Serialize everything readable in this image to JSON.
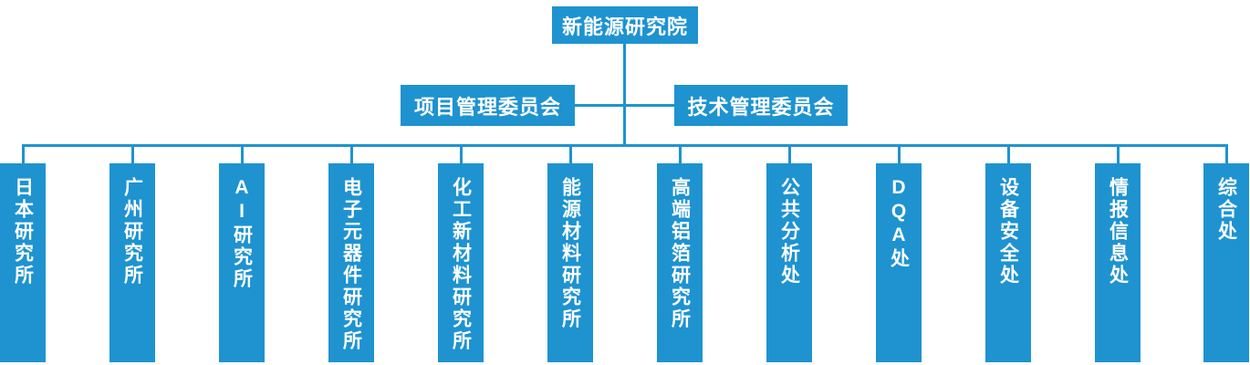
{
  "colors": {
    "primary_blue": "#1E93D0",
    "box_text": "#FFFFFF",
    "background": "#FFFFFF"
  },
  "org_chart": {
    "type": "organization-chart",
    "root": {
      "label": "新能源研究院"
    },
    "committees": [
      {
        "label": "项目管理委员会"
      },
      {
        "label": "技术管理委员会"
      }
    ],
    "departments": [
      {
        "label": "日本研究所"
      },
      {
        "label": "广州研究所"
      },
      {
        "label": "AI研究所"
      },
      {
        "label": "电子元器件研究所"
      },
      {
        "label": "化工新材料研究所"
      },
      {
        "label": "能源材料研究所"
      },
      {
        "label": "高端铝箔研究所"
      },
      {
        "label": "公共分析处"
      },
      {
        "label": "DQA处"
      },
      {
        "label": "设备安全处"
      },
      {
        "label": "情报信息处"
      },
      {
        "label": "综合处"
      }
    ]
  }
}
